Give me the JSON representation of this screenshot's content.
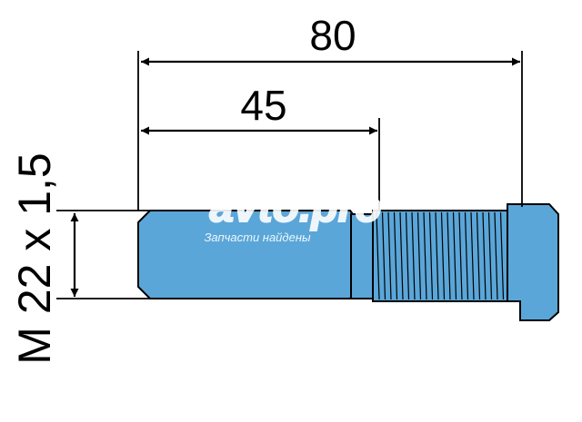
{
  "drawing": {
    "part": "bolt",
    "part_color": "#5aa6d9",
    "outline_color": "#000000"
  },
  "dimensions": {
    "overall_length": "80",
    "smooth_length": "45",
    "thread_spec": "M 22 x 1,5"
  },
  "watermark": {
    "logo_text": "avto.pro",
    "caption": "Запчасти найдены"
  }
}
